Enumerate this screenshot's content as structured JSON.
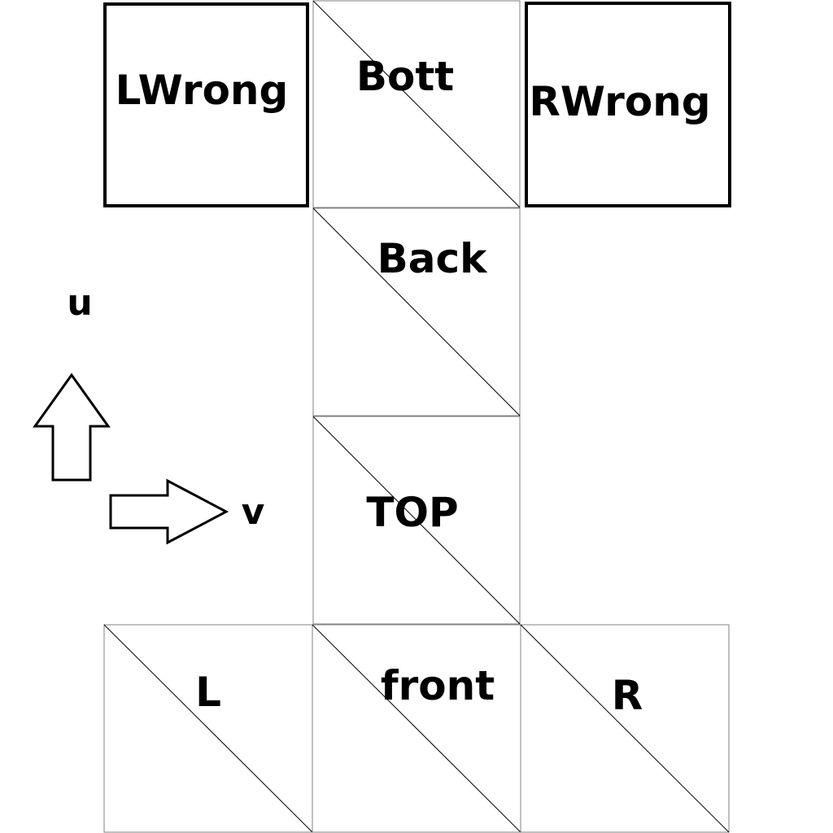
{
  "faces": {
    "left_wrong": {
      "label": "LWrong"
    },
    "bottom": {
      "label": "Bott"
    },
    "right_wrong": {
      "label": "RWrong"
    },
    "back": {
      "label": "Back"
    },
    "top": {
      "label": "TOP"
    },
    "left": {
      "label": "L"
    },
    "front": {
      "label": "front"
    },
    "right": {
      "label": "R"
    }
  },
  "axes": {
    "u": {
      "label": "u"
    },
    "v": {
      "label": "v"
    }
  }
}
